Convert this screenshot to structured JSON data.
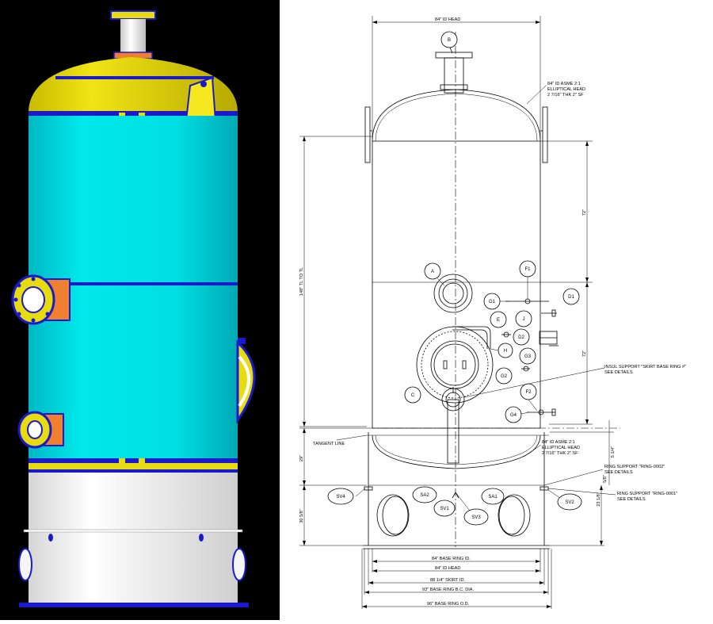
{
  "colors": {
    "shell": "#00e5e5",
    "head": "#e6dc10",
    "skirt": "#f2f2f2",
    "flange_face": "#f08030",
    "ring": "#1a1acc",
    "background_left": "#000000"
  },
  "drawing": {
    "dims": {
      "head_id_top": "84\" ID HEAD",
      "tl_to_tl": "148\" TL TO TL",
      "upper_72": "72\"",
      "lower_72": "72\"",
      "skirt_29": "29\"",
      "skirt_30": "30 5/8\"",
      "right_5_1_4": "5 1/4\"",
      "right_5_8": "5/8\"",
      "right_23": "23 1/8\"",
      "bottom_base_ring_id": "84\" BASE RING ID.",
      "bottom_id_head": "84\" ID HEAD",
      "bottom_skirt_id": "88 1/4\" SKIRT ID.",
      "bottom_bc_dia": "93\" BASE RING B.C. DIA.",
      "bottom_base_od": "96\" BASE RING O.D."
    },
    "notes": {
      "top_head_1": "84\" ID ASME 2:1",
      "top_head_2": "ELLIPTICAL HEAD",
      "top_head_3": "2 7/16\" THK 2\" SF",
      "bottom_head_1": "84\" ID ASME 2:1",
      "bottom_head_2": "ELLIPTICAL HEAD",
      "bottom_head_3": "2 7/16\" THK 2\" SF",
      "insul_1": "INSUL SUPPORT \"SKIRT BASE RING #\"",
      "insul_2": "SEE DETAILS",
      "tangent": "TANGENT LINE",
      "ring2_1": "RING SUPPORT \"RING-0002\"",
      "ring2_2": "SEE DETAILS",
      "ring1_1": "RING SUPPORT \"RING-0001\"",
      "ring1_2": "SEE DETAILS"
    },
    "nozzles": {
      "B": "B",
      "A": "A",
      "F1": "F1",
      "G1": "G1",
      "D1": "D1",
      "E": "E",
      "J": "J",
      "D2": "D2",
      "H": "H",
      "G3": "G3",
      "G2": "G2",
      "C": "C",
      "F2": "F2",
      "G4": "G4"
    },
    "skirt_openings": {
      "SV4": "SV4",
      "SA2": "SA2",
      "SV1": "SV1",
      "SV3": "SV3",
      "SA1": "SA1",
      "SV2": "SV2"
    }
  }
}
